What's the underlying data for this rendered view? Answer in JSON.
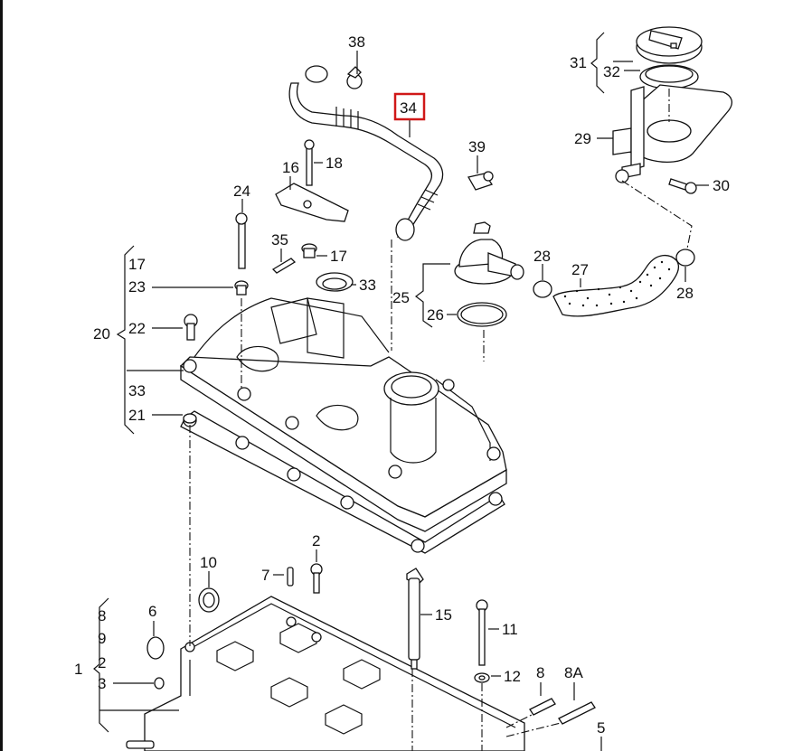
{
  "diagram": {
    "type": "exploded-parts-view",
    "subject": "cylinder head cover / crankcase ventilation assembly",
    "highlight_color": "#d01818",
    "highlighted_part": "34",
    "callouts": {
      "p38": "38",
      "p34": "34",
      "p39": "39",
      "p16": "16",
      "p18": "18",
      "p24": "24",
      "p35": "35",
      "p17a": "17",
      "p17b": "17",
      "p23": "23",
      "p33a": "33",
      "p33b": "33",
      "p20": "20",
      "p22": "22",
      "p21": "21",
      "p31": "31",
      "p32": "32",
      "p29": "29",
      "p30": "30",
      "p25": "25",
      "p26": "26",
      "p28a": "28",
      "p28b": "28",
      "p27": "27",
      "p10": "10",
      "p7": "7",
      "p2": "2",
      "p15": "15",
      "p11": "11",
      "p12": "12",
      "p6": "6",
      "p1": "1",
      "p8a": "8",
      "p9": "9",
      "p2b": "2",
      "p3": "3",
      "p8b": "8",
      "p8A": "8A",
      "p5": "5"
    }
  }
}
